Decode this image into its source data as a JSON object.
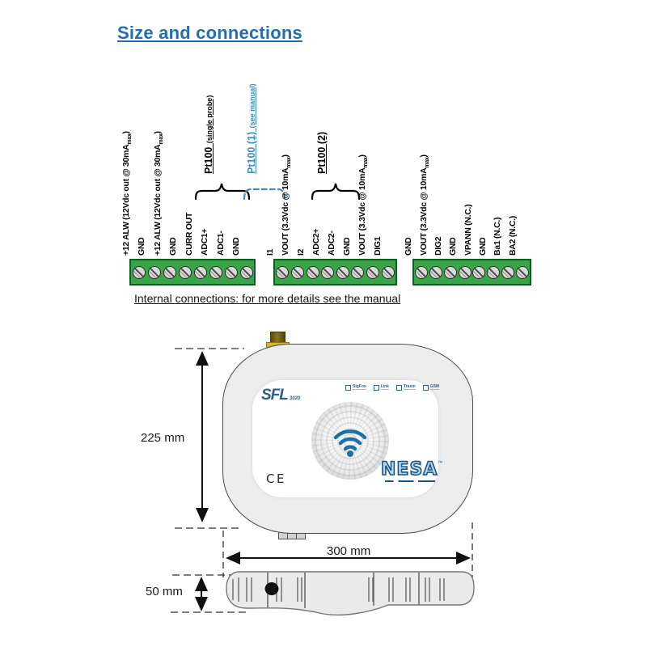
{
  "page": {
    "title": "Size and connections",
    "subtitle": "Internal connections: for more details see the manual"
  },
  "connectors": {
    "blocks": [
      {
        "name": "terminal-block-1",
        "pins": [
          "+12 ALW (12Vdc out @ 30mAmax)",
          "GND",
          "+12 ALW (12Vdc out @ 30mAmax)",
          "GND",
          "CURR OUT",
          "ADC1+",
          "ADC1-",
          "GND"
        ]
      },
      {
        "name": "terminal-block-2",
        "pins": [
          "I1",
          "VOUT (3.3Vdc @ 10mAmax)",
          "I2",
          "ADC2+",
          "ADC2-",
          "GND",
          "VOUT (3.3Vdc @ 10mAmax)",
          "DIG1"
        ]
      },
      {
        "name": "terminal-block-3",
        "pins": [
          "GND",
          "VOUT (3.3Vdc @ 10mAmax)",
          "DIG2",
          "GND",
          "VPANN (N.C.)",
          "GND",
          "Ba1 (N.C.)",
          "BA2 (N.C.)"
        ]
      }
    ],
    "brackets": [
      {
        "label": "Pt100",
        "note": "(single probe)",
        "style": "solid-brace",
        "color": "#000000"
      },
      {
        "label": "Pt100 (1)",
        "note": "(see manual)",
        "style": "dashed-bracket",
        "color": "#3C8DC5"
      },
      {
        "label": "Pt100 (2)",
        "note": "",
        "style": "solid-brace",
        "color": "#000000"
      }
    ]
  },
  "device": {
    "model": "SFL",
    "model_number": "3020",
    "leds": [
      "SigFox",
      "Link",
      "Trasm",
      "GSM"
    ],
    "ce_mark": "CE",
    "brand": "NESA",
    "brand_tm": "™"
  },
  "dimensions": {
    "height": "225 mm",
    "width": "300 mm",
    "depth": "50 mm"
  },
  "colors": {
    "title_blue": "#1F6FB2",
    "accent_blue": "#3C8DC5",
    "terminal_green": "#3AA449",
    "brand_blue": "#14568A",
    "wifi_blue": "#1A6FAD"
  }
}
